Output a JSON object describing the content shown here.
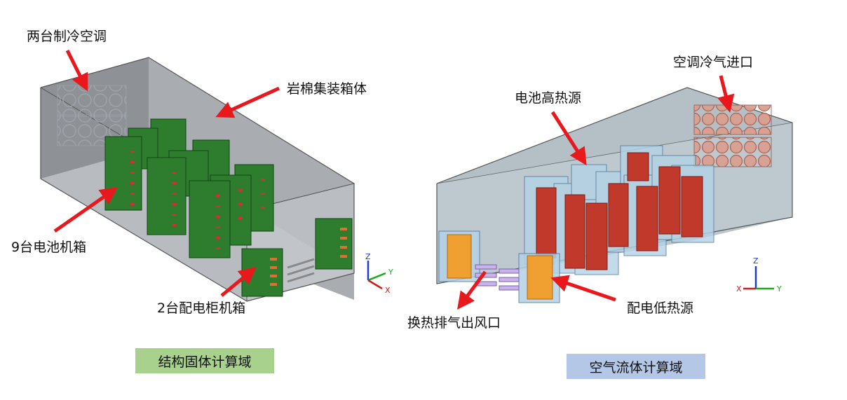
{
  "labels": {
    "ac_units": "两台制冷空调",
    "rockwool_container": "岩棉集装箱体",
    "battery_cabinets": "9台电池机箱",
    "distribution_cabinets": "2台配电柜机箱",
    "ac_cold_inlet": "空调冷气进口",
    "battery_heat_source": "电池高热源",
    "exhaust_outlet": "换热排气出风口",
    "distribution_heat_source": "配电低热源"
  },
  "captions": {
    "structure_domain": "结构固体计算域",
    "fluid_domain": "空气流体计算域"
  },
  "axes": {
    "x": "X",
    "y": "Y",
    "z": "Z"
  },
  "colors": {
    "arrow": "#e8181c",
    "cabinet_green": "#2e7d2e",
    "battery_red": "#c0392b",
    "distribution_orange": "#f0a030",
    "caption_green": "#a9d18e",
    "caption_blue": "#b4c7e7"
  }
}
